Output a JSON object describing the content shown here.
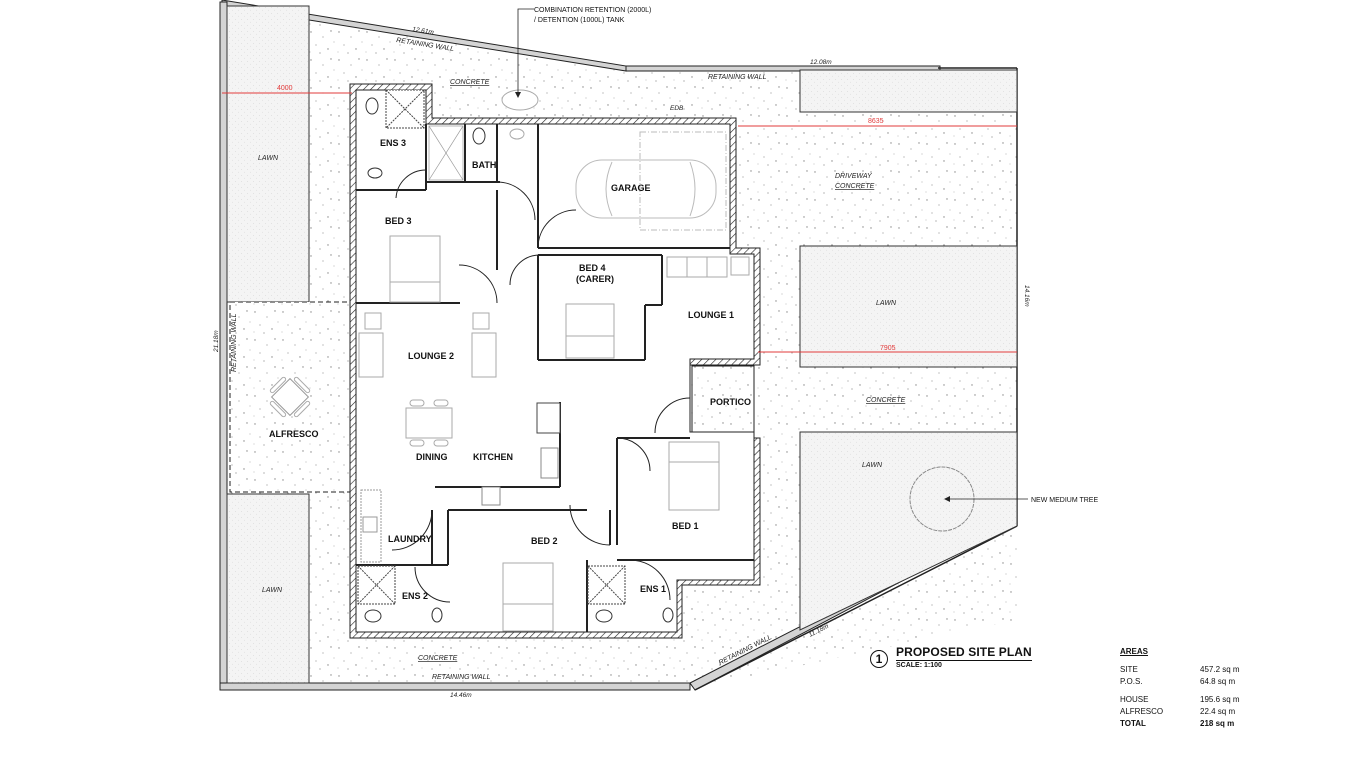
{
  "drawing": {
    "title": "PROPOSED SITE PLAN",
    "scale": "SCALE: 1:100",
    "detail_number": "1"
  },
  "annotations": {
    "tank_line1": "COMBINATION RETENTION (2000L)",
    "tank_line2": "/ DETENTION (1000L) TANK",
    "tree": "NEW MEDIUM TREE",
    "edb": "EDB"
  },
  "rooms": {
    "ens3": "ENS 3",
    "bath": "BATH",
    "garage": "GARAGE",
    "bed3": "BED 3",
    "bed4_line1": "BED 4",
    "bed4_line2": "(CARER)",
    "lounge1": "LOUNGE 1",
    "lounge2": "LOUNGE 2",
    "portico": "PORTICO",
    "alfresco": "ALFRESCO",
    "dining": "DINING",
    "kitchen": "KITCHEN",
    "bed1": "BED 1",
    "laundry": "LAUNDRY",
    "bed2": "BED 2",
    "ens2": "ENS 2",
    "ens1": "ENS 1"
  },
  "site_labels": {
    "lawn": "LAWN",
    "concrete": "CONCRETE",
    "driveway": "DRIVEWAY",
    "retaining_wall": "RETAINING WALL"
  },
  "dimensions": {
    "top_left_boundary": "12.61m",
    "top_right_boundary": "12.08m",
    "right_boundary": "14.16m",
    "left_boundary": "21.18m",
    "bottom_boundary": "14.46m",
    "diagonal_boundary": "11.18m",
    "setback_left": "4000",
    "setback_garage": "8635",
    "setback_lounge": "7905"
  },
  "areas": {
    "heading": "AREAS",
    "rows": [
      {
        "label": "SITE",
        "value": "457.2 sq m"
      },
      {
        "label": "P.O.S.",
        "value": "64.8 sq m"
      },
      {
        "label": "HOUSE",
        "value": "195.6 sq m"
      },
      {
        "label": "ALFRESCO",
        "value": "22.4 sq m"
      },
      {
        "label": "TOTAL",
        "value": "218 sq m"
      }
    ]
  },
  "colors": {
    "dimension": "#e23b3b",
    "boundary_fill": "#d4d4d4",
    "line": "#222222"
  }
}
